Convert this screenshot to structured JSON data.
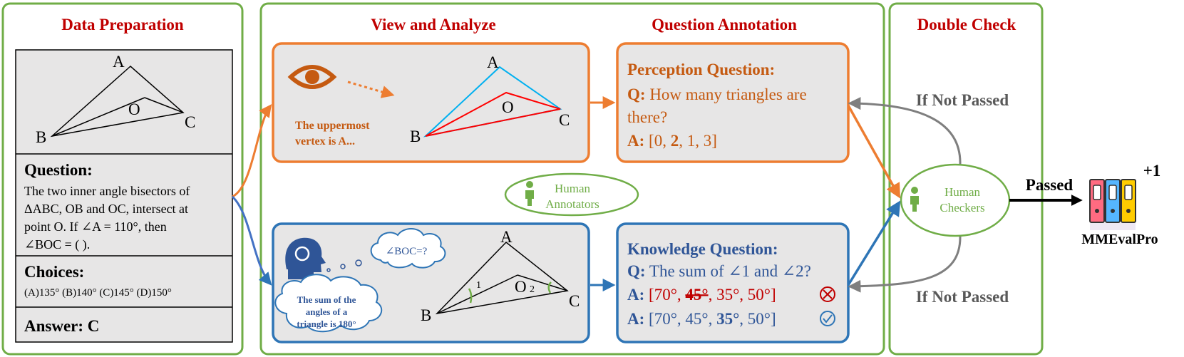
{
  "sections": {
    "data_preparation": "Data Preparation",
    "view_and_analyze": "View and Analyze",
    "question_annotation": "Question Annotation",
    "double_check": "Double Check"
  },
  "data_panel": {
    "triangle_labels": {
      "a": "A",
      "b": "B",
      "c": "C",
      "o": "O"
    },
    "question_label": "Question:",
    "question_lines": [
      "The two inner angle bisectors of",
      "ΔABC, OB and OC, intersect at",
      "point O. If ∠A = 110°, then",
      "∠BOC = ( )."
    ],
    "choices_label": "Choices:",
    "choices_text": "(A)135° (B)140° (C)145° (D)150°",
    "answer_label": "Answer:",
    "answer_value": "C"
  },
  "perception_view": {
    "caption_lines": [
      "The uppermost",
      "vertex is A..."
    ],
    "labels": {
      "a": "A",
      "b": "B",
      "c": "C",
      "o": "O"
    }
  },
  "knowledge_view": {
    "bubble_question": "∠BOC=?",
    "bubble_thought_lines": [
      "The sum of the",
      "angles of a",
      "triangle is 180°"
    ],
    "labels": {
      "a": "A",
      "b": "B",
      "c": "C",
      "o": "O",
      "one": "1",
      "two": "2"
    }
  },
  "perception_question": {
    "title": "Perception Question:",
    "q_prefix": "Q:",
    "q_lines": [
      "How many triangles are",
      "there?"
    ],
    "a_prefix": "A:",
    "a_open": "[0, ",
    "a_bold": "2",
    "a_close": ", 1, 3]"
  },
  "knowledge_question": {
    "title": "Knowledge Question:",
    "q_prefix": "Q:",
    "q_text": "The sum of ∠1 and ∠2?",
    "a1_prefix": "A:",
    "a1_open": "[70°, ",
    "a1_strike": "45°",
    "a1_close": ", 35°, 50°]",
    "a2_prefix": "A:",
    "a2_open": "[70°, 45°, ",
    "a2_bold": "35°",
    "a2_close": ", 50°]"
  },
  "human_annotators": [
    "Human",
    "Annotators"
  ],
  "human_checkers": [
    "Human",
    "Checkers"
  ],
  "if_not_passed_top": "If Not Passed",
  "if_not_passed_bottom": "If Not Passed",
  "passed": "Passed",
  "plus_one": "+1",
  "benchmark_name": "MMEvalPro",
  "colors": {
    "section_border": "#70ad47",
    "title_red": "#c00000",
    "orange": "#ed7d31",
    "orange_text": "#c55a11",
    "blue": "#2e75b6",
    "blue_text": "#2f5597",
    "green_text": "#70ad47",
    "panel_gray": "#e7e6e6",
    "triangle_cyan": "#00b0f0",
    "triangle_red": "#ff0000",
    "wrong_red": "#c00000",
    "arrow_gray": "#7f7f7f"
  }
}
